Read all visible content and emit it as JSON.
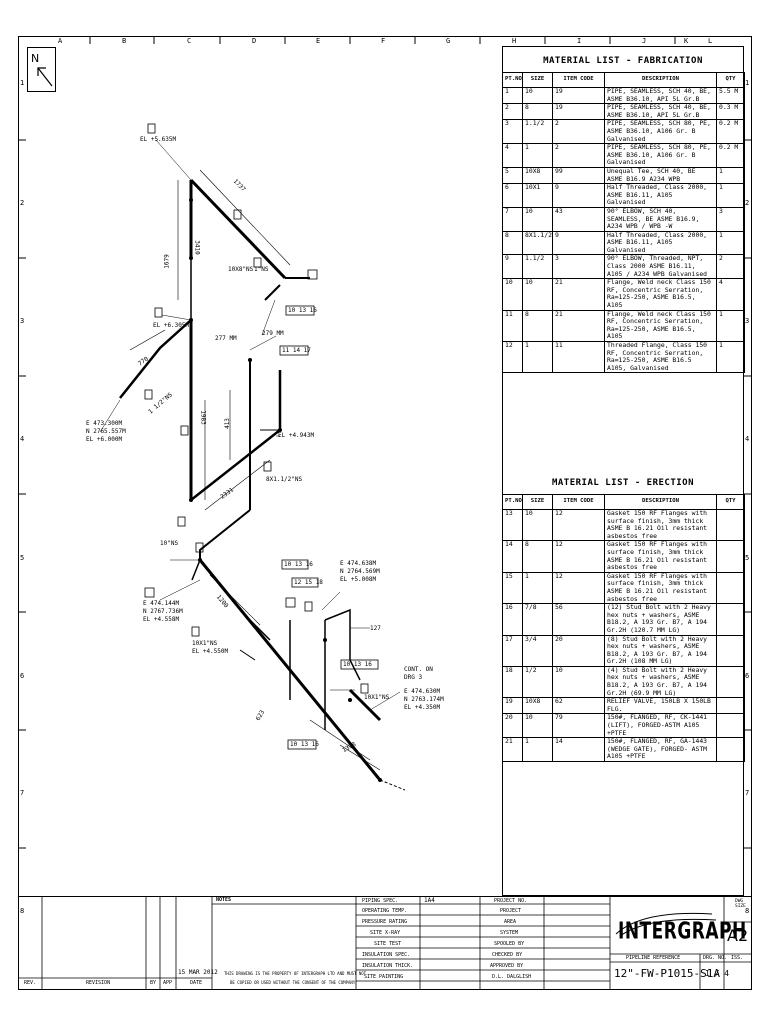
{
  "zones_top": [
    "A",
    "B",
    "C",
    "D",
    "E",
    "F",
    "G",
    "H",
    "I",
    "J",
    "K",
    "L"
  ],
  "zones_side": [
    "1",
    "2",
    "3",
    "4",
    "5",
    "6",
    "7",
    "8"
  ],
  "fabrication": {
    "title": "MATERIAL LIST - FABRICATION",
    "headers": [
      "PT.NO",
      "SIZE",
      "ITEM CODE",
      "DESCRIPTION",
      "QTY"
    ],
    "rows": [
      [
        "1",
        "10",
        "19",
        "PIPE, SEAMLESS, SCH 40, BE, ASME B36.10, API 5L Gr.B",
        "5.5 M"
      ],
      [
        "2",
        "8",
        "19",
        "PIPE, SEAMLESS, SCH 40, BE, ASME B36.10, API 5L Gr.B",
        "0.3 M"
      ],
      [
        "3",
        "1.1/2",
        "2",
        "PIPE, SEAMLESS, SCH 80, PE, ASME B36.10, A106 Gr. B Galvanised",
        "0.2 M"
      ],
      [
        "4",
        "1",
        "2",
        "PIPE, SEAMLESS, SCH 80, PE, ASME B36.10, A106 Gr. B Galvanised",
        "0.2 M"
      ],
      [
        "5",
        "10X8",
        "99",
        "Unequal Tee, SCH 40, BE ASME B16.9 A234 WPB",
        "1"
      ],
      [
        "6",
        "10X1",
        "9",
        "Half Threaded, Class 2000, ASME B16.11, A105 Galvanised",
        "1"
      ],
      [
        "7",
        "10",
        "43",
        "90° ELBOW, SCH 40, SEAMLESS, BE ASME B16.9, A234 WPB / WPB -W",
        "3"
      ],
      [
        "8",
        "8X1.1/2",
        "9",
        "Half Threaded, Class 2000, ASME B16.11, A105 Galvanised",
        "1"
      ],
      [
        "9",
        "1.1/2",
        "3",
        "90° ELBOW, Threaded, NPT, Class 2000 ASME B16.11, A105 / A234 WPB Galvanised",
        "2"
      ],
      [
        "10",
        "10",
        "21",
        "Flange, Weld neck Class 150 RF, Concentric Serration, Ra=125-250, ASME B16.5, A105",
        "4"
      ],
      [
        "11",
        "8",
        "21",
        "Flange, Weld neck Class 150 RF, Concentric Serration, Ra=125-250, ASME B16.5, A105",
        "1"
      ],
      [
        "12",
        "1",
        "11",
        "Threaded Flange, Class 150 RF, Concentric Serration, Ra=125-250, ASME B16.5 A105, Galvanised",
        "1"
      ]
    ]
  },
  "erection": {
    "title": "MATERIAL LIST - ERECTION",
    "headers": [
      "PT.NO",
      "SIZE",
      "ITEM CODE",
      "DESCRIPTION",
      "QTY"
    ],
    "rows": [
      [
        "13",
        "10",
        "12",
        "Gasket 150 RF Flanges with surface finish, 3mm thick ASME B 16.21 Oil resistant asbestos free",
        ""
      ],
      [
        "14",
        "8",
        "12",
        "Gasket 150 RF Flanges with surface finish, 3mm thick ASME B 16.21 Oil resistant asbestos free",
        ""
      ],
      [
        "15",
        "1",
        "12",
        "Gasket 150 RF Flanges with surface finish, 3mm thick ASME B 16.21 Oil resistant asbestos free",
        ""
      ],
      [
        "16",
        "7/8",
        "56",
        "(12) Stud Bolt with 2 Heavy hex nuts + washers, ASME B18.2, A 193 Gr. B7, A 194 Gr.2H (120.7 MM LG)",
        ""
      ],
      [
        "17",
        "3/4",
        "20",
        "(8) Stud Bolt with 2 Heavy hex nuts + washers, ASME B18.2, A 193 Gr. B7, A 194 Gr.2H (108 MM LG)",
        ""
      ],
      [
        "18",
        "1/2",
        "10",
        "(4) Stud Bolt with 2 Heavy hex nuts + washers, ASME B18.2, A 193 Gr. B7, A 194 Gr.2H (69.9 MM LG)",
        ""
      ],
      [
        "19",
        "10X8",
        "62",
        "RELIEF VALVE, 150LB X 150LB FLG.",
        ""
      ],
      [
        "20",
        "10",
        "79",
        "150#, FLANGED, RF, CK-1441 (LIFT), FORGED-ASTM A105 +PTFE",
        ""
      ],
      [
        "21",
        "1",
        "14",
        "150#, FLANGED, RF, GA-1443 (WEDGE GATE), FORGED- ASTM A105 +PTFE",
        ""
      ]
    ]
  },
  "drawing": {
    "north": "N",
    "labels": {
      "el_top": "EL +5.635M",
      "dim_1737": "1737",
      "dim_1679": "1679",
      "dim_3410": "3410",
      "w10x8": "10X8\"NS",
      "w1ns": "1\"NS",
      "ref_10_13_16a": "10 13 16",
      "ref_11_14_17": "11 14 17",
      "mm277a": "277 MM",
      "mm279": "279 MM",
      "el_463": "EL +6.305M",
      "dim_770": "770",
      "w1_2ns": "1 1/2\"NS",
      "coord1_e": "E 473.300M",
      "coord1_n": "N 2765.557M",
      "coord1_el": "EL +6.000M",
      "dim_1983": "1983",
      "dim_413": "413",
      "el_694": "EL +4.943M",
      "w8x1": "8X1.1/2\"NS",
      "dim_2331": "2331",
      "w10ns": "10\"NS",
      "ref_10_13_16b": "10 13 16",
      "ref_12_15_18": "12 15 18",
      "coord2_e": "E 474.638M",
      "coord2_n": "N 2764.569M",
      "coord2_el": "EL +5.008M",
      "coord3_e": "E 474.144M",
      "coord3_n": "N 2767.736M",
      "coord3_el": "EL +4.558M",
      "w10x1": "10X1\"NS",
      "el_455": "EL +4.550M",
      "dim_1200": "1200",
      "dim_127": "127",
      "ref_10_13_16c": "10 13 16",
      "cont_on": "CONT. ON",
      "drg": "DRG 3",
      "coord4_e": "E 474.630M",
      "coord4_n": "N 2763.174M",
      "coord4_el": "EL +4.350M",
      "w10x1b": "10X1\"NS",
      "dim_623": "623",
      "ref_10_13_16d": "10 13 16",
      "dim_1398": "1398"
    }
  },
  "title_block": {
    "notes_label": "NOTES",
    "rev_header": [
      "REV.",
      "REVISION",
      "BY",
      "APP",
      "DATE"
    ],
    "rev_date": "15 MAR 2012",
    "property_note_1": "THIS DRAWING IS THE PROPERTY OF INTERGRAPH LTD AND MUST NOT",
    "property_note_2": "BE COPIED OR USED WITHOUT THE CONSENT OF THE COMPANY",
    "spec_labels": [
      "PIPING SPEC.",
      "OPERATING TEMP.",
      "PRESSURE RATING",
      "SITE X-RAY",
      "SITE TEST",
      "INSULATION SPEC.",
      "INSULATION THICK.",
      "SITE PAINTING"
    ],
    "piping_spec": "1A4",
    "project_labels": [
      "PROJECT NO.",
      "PROJECT",
      "AREA",
      "SYSTEM",
      "SPOOLED BY",
      "CHECKED BY",
      "APPROVED BY",
      "D.L. DALGLISH"
    ],
    "logo": "INTERGRAPH",
    "dwg_size_label": "DWG SIZE",
    "dwg_size": "A2",
    "pipeline_ref_label": "PIPELINE REFERENCE",
    "pipeline_ref": "12\"-FW-P1015-S1A",
    "dwg_no_label": "DRG. NO.",
    "dwg_no": "1 / 4",
    "iss_label": "ISS."
  }
}
